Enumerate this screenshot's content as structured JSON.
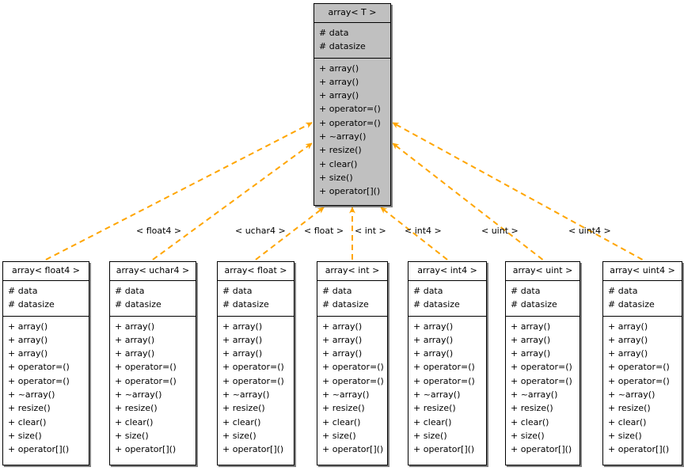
{
  "diagram": {
    "kind": "uml-inheritance-diagram",
    "background_color": "#ffffff",
    "edge_color": "#ffa500",
    "base_fill_color": "#c0c0c0",
    "derived_fill_color": "#ffffff",
    "border_color": "#000000"
  },
  "base_class": {
    "name": "array< T >",
    "attributes": [
      "# data",
      "# datasize"
    ],
    "operations": [
      "+ array()",
      "+ array()",
      "+ array()",
      "+ operator=()",
      "+ operator=()",
      "+ ~array()",
      "+ resize()",
      "+ clear()",
      "+ size()",
      "+ operator[]()"
    ]
  },
  "derived_classes": [
    {
      "name": "array< float4 >",
      "edge_label": "< float4 >",
      "attributes": [
        "# data",
        "# datasize"
      ],
      "operations": [
        "+ array()",
        "+ array()",
        "+ array()",
        "+ operator=()",
        "+ operator=()",
        "+ ~array()",
        "+ resize()",
        "+ clear()",
        "+ size()",
        "+ operator[]()"
      ]
    },
    {
      "name": "array< uchar4 >",
      "edge_label": "< uchar4 >",
      "attributes": [
        "# data",
        "# datasize"
      ],
      "operations": [
        "+ array()",
        "+ array()",
        "+ array()",
        "+ operator=()",
        "+ operator=()",
        "+ ~array()",
        "+ resize()",
        "+ clear()",
        "+ size()",
        "+ operator[]()"
      ]
    },
    {
      "name": "array< float >",
      "edge_label": "< float >",
      "attributes": [
        "# data",
        "# datasize"
      ],
      "operations": [
        "+ array()",
        "+ array()",
        "+ array()",
        "+ operator=()",
        "+ operator=()",
        "+ ~array()",
        "+ resize()",
        "+ clear()",
        "+ size()",
        "+ operator[]()"
      ]
    },
    {
      "name": "array< int >",
      "edge_label": "< int >",
      "attributes": [
        "# data",
        "# datasize"
      ],
      "operations": [
        "+ array()",
        "+ array()",
        "+ array()",
        "+ operator=()",
        "+ operator=()",
        "+ ~array()",
        "+ resize()",
        "+ clear()",
        "+ size()",
        "+ operator[]()"
      ]
    },
    {
      "name": "array< int4 >",
      "edge_label": "< int4 >",
      "attributes": [
        "# data",
        "# datasize"
      ],
      "operations": [
        "+ array()",
        "+ array()",
        "+ array()",
        "+ operator=()",
        "+ operator=()",
        "+ ~array()",
        "+ resize()",
        "+ clear()",
        "+ size()",
        "+ operator[]()"
      ]
    },
    {
      "name": "array< uint >",
      "edge_label": "< uint >",
      "attributes": [
        "# data",
        "# datasize"
      ],
      "operations": [
        "+ array()",
        "+ array()",
        "+ array()",
        "+ operator=()",
        "+ operator=()",
        "+ ~array()",
        "+ resize()",
        "+ clear()",
        "+ size()",
        "+ operator[]()"
      ]
    },
    {
      "name": "array< uint4 >",
      "edge_label": "< uint4 >",
      "attributes": [
        "# data",
        "# datasize"
      ],
      "operations": [
        "+ array()",
        "+ array()",
        "+ array()",
        "+ operator=()",
        "+ operator=()",
        "+ ~array()",
        "+ resize()",
        "+ clear()",
        "+ size()",
        "+ operator[]()"
      ]
    }
  ]
}
